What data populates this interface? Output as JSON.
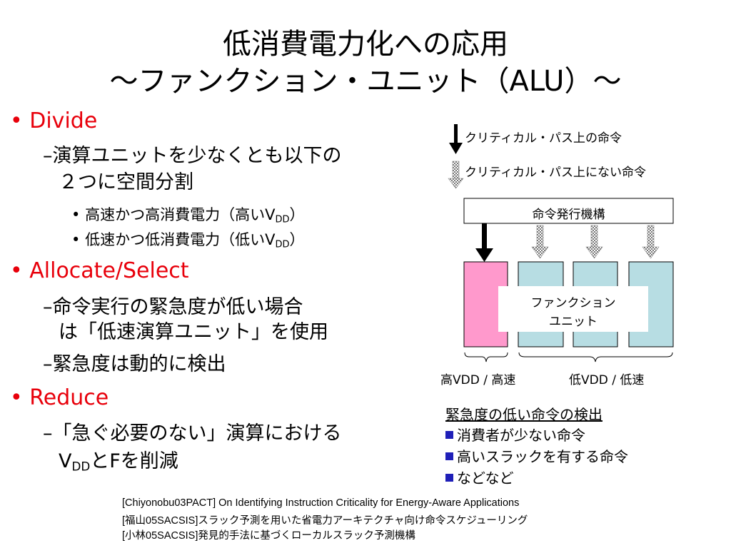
{
  "slide": {
    "title_line1": "低消費電力化への応用",
    "title_line2": "～ファンクション・ユニット（ALU）～"
  },
  "bullets": {
    "divide": {
      "heading": "Divide",
      "dash": "–",
      "sub_line1": "演算ユニットを少なくとも以下の",
      "sub_line2": "２つに空間分割",
      "items": [
        {
          "text": "高速かつ高消費電力（高いV",
          "subscript": "DD",
          "close": "）"
        },
        {
          "text": "低速かつ低消費電力（低いV",
          "subscript": "DD",
          "close": "）"
        }
      ]
    },
    "allocate": {
      "heading": "Allocate/Select",
      "sub1_line1": "命令実行の緊急度が低い場合",
      "sub1_line2": "は「低速演算ユニット」を使用",
      "sub2": "緊急度は動的に検出"
    },
    "reduce": {
      "heading": "Reduce",
      "sub_line1": "「急ぐ必要のない」演算における",
      "sub_v": "V",
      "sub_subscript": "DD",
      "sub_rest": "とFを削減"
    }
  },
  "diagram": {
    "legend_critical": "クリティカル・パス上の命令",
    "legend_noncritical": "クリティカル・パス上にない命令",
    "issue_unit": "命令発行機構",
    "fu_line1": "ファンクション",
    "fu_line2": "ユニット",
    "label_high": "高VDD / 高速",
    "label_low": "低VDD / 低速",
    "colors": {
      "high_unit": "#ff99cc",
      "low_unit": "#b7dde3",
      "bullet_red": "#e8000b",
      "square_blue": "#1f1fb8"
    }
  },
  "detection": {
    "heading": "緊急度の低い命令の検出",
    "items": [
      "消費者が少ない命令",
      "高いスラックを有する命令",
      "などなど"
    ]
  },
  "references": [
    "[Chiyonobu03PACT] On Identifying Instruction Criticality for Energy-Aware Applications",
    "[福山05SACSIS]スラック予測を用いた省電力アーキテクチャ向け命令スケジューリング",
    "[小林05SACSIS]発見的手法に基づくローカルスラック予測機構"
  ]
}
